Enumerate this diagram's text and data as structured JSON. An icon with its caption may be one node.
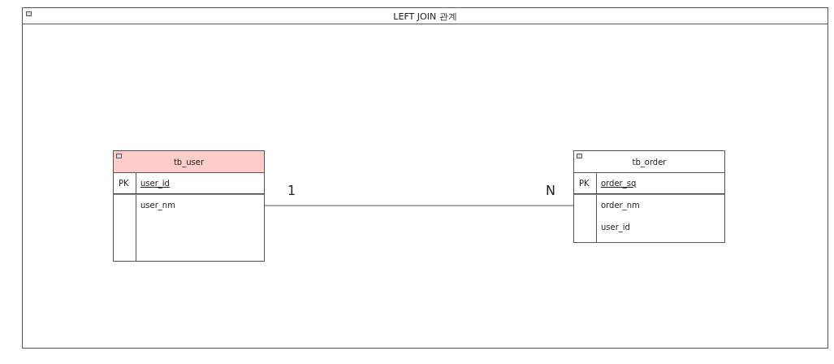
{
  "diagram": {
    "nodes": [
      {
        "text": [
          "LEFT JOIN 관계"
        ]
      },
      {
        "text": [
          "tb_user",
          "PK",
          "user_id",
          "user_nm"
        ],
        "in": 0,
        "beside": [
          "1"
        ]
      },
      {
        "text": [
          "tb_order",
          "PK",
          "order_sq",
          "order_nm",
          "user_id"
        ],
        "in": 0,
        "beside": [
          "N"
        ]
      }
    ],
    "edges": [
      {
        "from": 1,
        "to": 2,
        "arrow": "none"
      }
    ]
  }
}
